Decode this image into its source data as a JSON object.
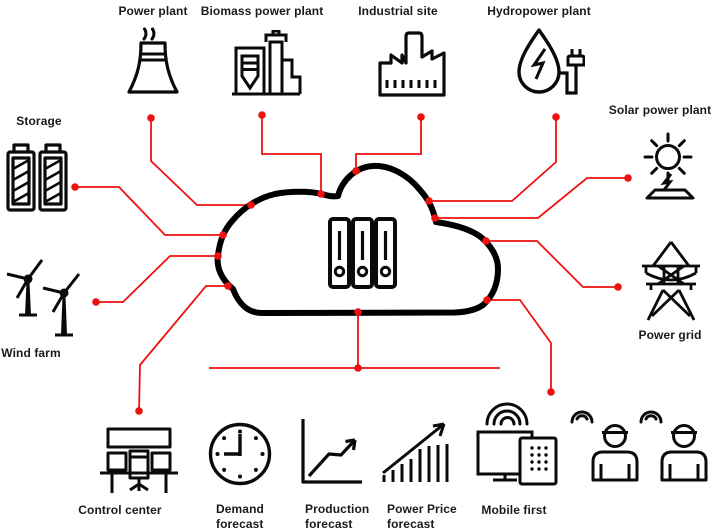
{
  "colors": {
    "connector": "#ee1111",
    "icon": "#0a0a0a",
    "text": "#1a1a1a",
    "background": "#ffffff"
  },
  "hub": {
    "name": "central data cloud",
    "icon": "cloud-icon",
    "inner_icon": "server-binders-icon"
  },
  "nodes": [
    {
      "label": "Power plant",
      "icon": "cooling-tower-icon"
    },
    {
      "label": "Biomass power plant",
      "icon": "biomass-plant-icon"
    },
    {
      "label": "Industrial site",
      "icon": "factory-icon"
    },
    {
      "label": "Hydropower plant",
      "icon": "water-drop-plug-icon"
    },
    {
      "label": "Storage",
      "icon": "batteries-icon"
    },
    {
      "label": "Solar power plant",
      "icon": "sun-panel-icon"
    },
    {
      "label": "Wind farm",
      "icon": "wind-turbines-icon"
    },
    {
      "label": "Power grid",
      "icon": "transmission-tower-icon"
    },
    {
      "label": "Control center",
      "icon": "control-desk-icon"
    },
    {
      "label": "Demand forecast",
      "icon": "clock-icon"
    },
    {
      "label": "Production forecast",
      "icon": "line-chart-arrow-icon"
    },
    {
      "label": "Power Price forecast",
      "icon": "bar-chart-arrow-icon"
    },
    {
      "label": "Mobile first",
      "icon": "devices-wifi-icon"
    },
    {
      "label": "",
      "icon": "field-workers-icon"
    }
  ]
}
